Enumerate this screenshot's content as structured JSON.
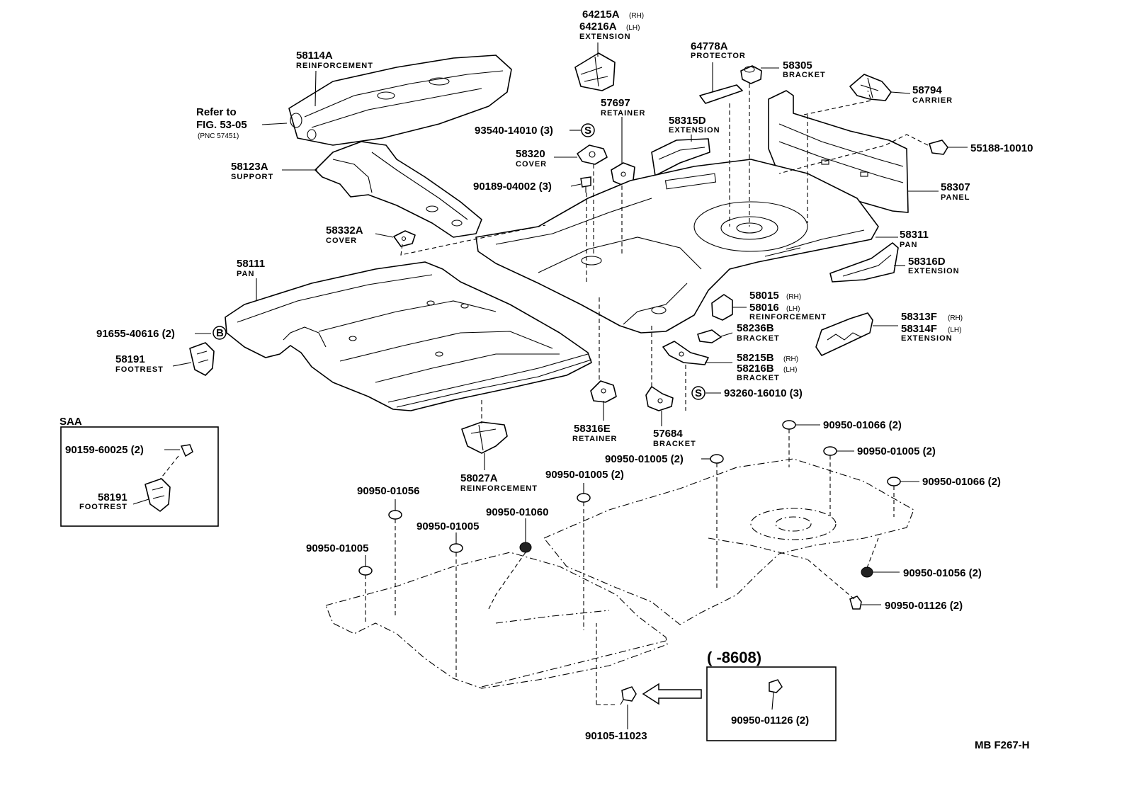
{
  "labels": {
    "p58114a": {
      "num": "58114A",
      "name": "REINFORCEMENT"
    },
    "refer": {
      "line1": "Refer to",
      "line2": "FIG. 53-05",
      "line3": "(PNC 57451)"
    },
    "p58123a": {
      "num": "58123A",
      "name": "SUPPORT"
    },
    "p58332a": {
      "num": "58332A",
      "name": "COVER"
    },
    "p58111": {
      "num": "58111",
      "name": "PAN"
    },
    "p91655": {
      "num": "91655-40616 (2)",
      "symbol": "B"
    },
    "p58191": {
      "num": "58191",
      "name": "FOOTREST"
    },
    "p64215": {
      "num1": "64215A",
      "rh": "(RH)",
      "num2": "64216A",
      "lh": "(LH)",
      "name": "EXTENSION"
    },
    "p57697": {
      "num": "57697",
      "name": "RETAINER"
    },
    "p93540": {
      "num": "93540-14010 (3)",
      "symbol": "S"
    },
    "p58320": {
      "num": "58320",
      "name": "COVER"
    },
    "p90189": {
      "num": "90189-04002 (3)"
    },
    "p64778a": {
      "num": "64778A",
      "name": "PROTECTOR"
    },
    "p58305": {
      "num": "58305",
      "name": "BRACKET"
    },
    "p58315d": {
      "num": "58315D",
      "name": "EXTENSION"
    },
    "p58794": {
      "num": "58794",
      "name": "CARRIER"
    },
    "p55188": {
      "num": "55188-10010"
    },
    "p58307": {
      "num": "58307",
      "name": "PANEL"
    },
    "p58311": {
      "num": "58311",
      "name": "PAN"
    },
    "p58316d": {
      "num": "58316D",
      "name": "EXTENSION"
    },
    "p58015": {
      "num1": "58015",
      "rh": "(RH)",
      "num2": "58016",
      "lh": "(LH)",
      "name": "REINFORCEMENT"
    },
    "p58236b": {
      "num": "58236B",
      "name": "BRACKET"
    },
    "p58313f": {
      "num1": "58313F",
      "rh": "(RH)",
      "num2": "58314F",
      "lh": "(LH)",
      "name": "EXTENSION"
    },
    "p58215b": {
      "num1": "58215B",
      "rh": "(RH)",
      "num2": "58216B",
      "lh": "(LH)",
      "name": "BRACKET"
    },
    "p93260": {
      "num": "93260-16010 (3)",
      "symbol": "S"
    },
    "p58316e": {
      "num": "58316E",
      "name": "RETAINER"
    },
    "p57684": {
      "num": "57684",
      "name": "BRACKET"
    },
    "p58027a": {
      "num": "58027A",
      "name": "REINFORCEMENT"
    },
    "saa": {
      "title": "SAA",
      "bolt": "90159-60025 (2)",
      "num": "58191",
      "name": "FOOTREST"
    },
    "plugs": {
      "a": "90950-01066 (2)",
      "b": "90950-01005 (2)",
      "c": "90950-01005 (2)",
      "d": "90950-01066 (2)",
      "e": "90950-01005 (2)",
      "f": "90950-01056",
      "g": "90950-01060",
      "h": "90950-01005",
      "i": "90950-01005",
      "j": "90950-01056 (2)",
      "k": "90950-01126 (2)",
      "l": "90105-11023"
    },
    "inset8608": {
      "title": "(       -8608)",
      "num": "90950-01126 (2)"
    },
    "code": "MB F267-H"
  }
}
